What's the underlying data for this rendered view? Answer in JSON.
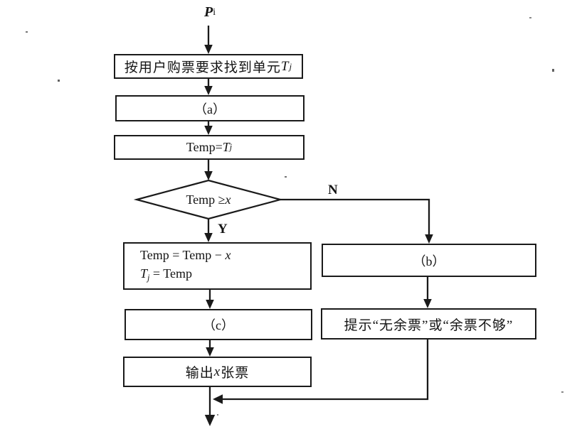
{
  "flowchart": {
    "start": {
      "parts": [
        {
          "text": "P",
          "italic": true,
          "bold": true
        },
        {
          "text": "i",
          "sub": true
        }
      ]
    },
    "boxes": {
      "find_unit": {
        "parts": [
          {
            "text": "按用户购票要求找到单元"
          },
          {
            "text": "T",
            "italic": true
          },
          {
            "text": "j",
            "italic": true,
            "sub": true
          }
        ]
      },
      "step_a": {
        "label": "（a）"
      },
      "set_temp": {
        "parts": [
          {
            "text": "Temp= "
          },
          {
            "text": "T",
            "italic": true
          },
          {
            "text": "j",
            "italic": true,
            "sub": true
          }
        ]
      },
      "decision": {
        "parts": [
          {
            "text": "Temp ≥ "
          },
          {
            "text": "x",
            "italic": true
          }
        ]
      },
      "update_temp": {
        "line1": [
          {
            "text": "Temp = Temp − "
          },
          {
            "text": "x",
            "italic": true
          }
        ],
        "line2": [
          {
            "text": "T",
            "italic": true
          },
          {
            "text": "j",
            "italic": true,
            "sub": true
          },
          {
            "text": " = Temp"
          }
        ]
      },
      "step_b": {
        "label": "（b）"
      },
      "step_c": {
        "label": "（c）"
      },
      "notice": {
        "label": "提示“无余票”或“余票不够”"
      },
      "output": {
        "parts": [
          {
            "text": "输出 "
          },
          {
            "text": "x",
            "italic": true
          },
          {
            "text": " 张票"
          }
        ]
      }
    },
    "branch_labels": {
      "yes": "Y",
      "no": "N"
    },
    "colors": {
      "ink": "#1a1a1a",
      "paper": "#ffffff"
    }
  }
}
